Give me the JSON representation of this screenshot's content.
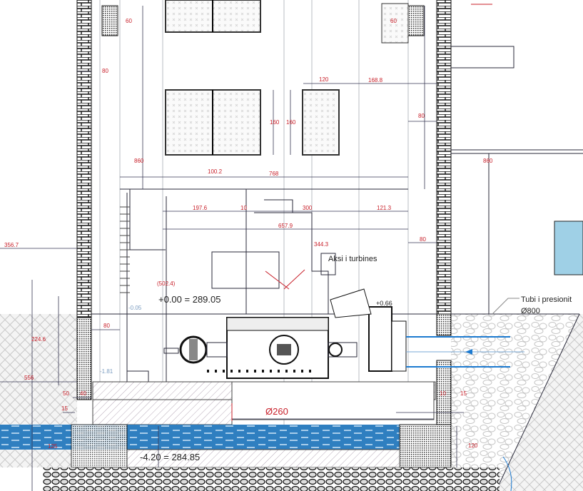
{
  "drawing": {
    "annotations": {
      "turbine_axis": "Aksi i turbines",
      "level_zero": "+0.00 = 289.05",
      "level_bottom": "-4.20 = 284.85",
      "penstock": "Tubi i presionit",
      "penstock_diameter": "Ø800",
      "outlet_diameter": "Ø260",
      "level_small_1": "-0.05",
      "level_small_2": "+0.66",
      "level_small_3": "-1.81",
      "ref_502": "(502.4)",
      "ref_344": "344.3"
    },
    "dims": {
      "top_left_60": "60",
      "top_right_60": "60",
      "left_80": "80",
      "height_860_left": "860",
      "height_860_right": "860",
      "window_h1": "160",
      "window_h2": "160",
      "window_w": "120",
      "right_offset": "168.8",
      "right_80": "80",
      "center_100": "100.2",
      "width_768": "768",
      "d_197": "197.6",
      "d_10": "10",
      "d_300": "300",
      "d_121": "121.3",
      "d_657": "657.9",
      "right_80_b": "80",
      "left_356": "356.7",
      "left_224": "224.6",
      "left_556": "556",
      "floor_80": "80",
      "left_50": "50",
      "left_40": "40",
      "left_15": "15",
      "left_125": "125",
      "right_10": "10",
      "right_15": "15",
      "right_120": "120"
    },
    "colors": {
      "dimension": "#c8202a",
      "water": "#2f7fc0",
      "pipe": "#1c7ad0"
    }
  }
}
